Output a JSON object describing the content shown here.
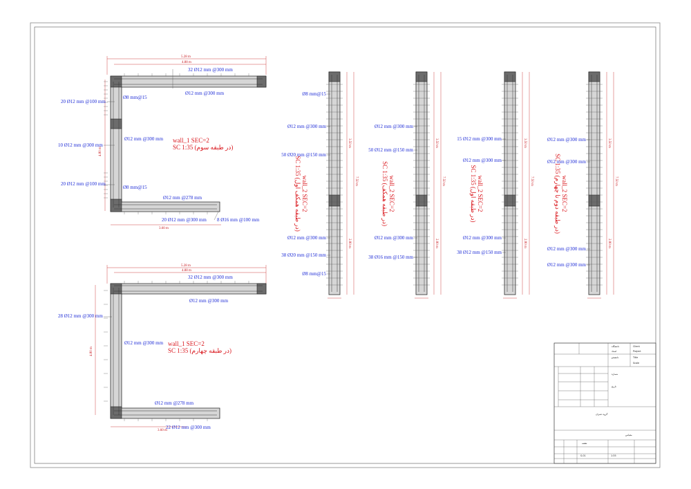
{
  "drawing": {
    "plan_a": {
      "dims": [
        "5.28 m",
        "4.88 m",
        "4.80 m",
        "3.60 m"
      ],
      "labels": [
        "32 Ø12 mm @300 mm",
        "Ø12 mm @300 mm",
        "20 Ø12 mm @100 mm",
        "Ø8 mm@15",
        "10 Ø12 mm @300 mm",
        "Ø12 mm @300 mm",
        "20 Ø12 mm @100 mm",
        "Ø8 mm@15",
        "Ø12 mm @278 mm",
        "20 Ø12 mm @300 mm",
        "8 Ø16 mm @100 mm"
      ],
      "title": "wall_1  SEC=2",
      "scale": "SC 1:35  (در طبقه سوم)"
    },
    "plan_b": {
      "dims": [
        "5.28 m",
        "4.88 m",
        "4.80 m",
        "3.60 m"
      ],
      "labels": [
        "32 Ø12 mm @300 mm",
        "Ø12 mm @300 mm",
        "28 Ø12 mm @300 mm",
        "Ø12 mm @300 mm",
        "Ø12 mm @278 mm",
        "22 Ø12 mm @300 mm"
      ],
      "title": "wall_1  SEC=2",
      "scale": "SC 1:35  (در طبقه چهارم)"
    },
    "sections": [
      {
        "title": "wall_2  SEC=2",
        "scale": "SC 1:35 (در طبقه همکف اول)",
        "dims": [
          "3.50 m",
          "7.50 m",
          "2.80 m"
        ],
        "labels": [
          "Ø8 mm@15",
          "Ø12 mm @300 mm",
          "50 Ø20 mm @150 mm",
          "Ø12 mm @300 mm",
          "38 Ø20 mm @150 mm",
          "Ø8 mm@15"
        ]
      },
      {
        "title": "wall_2  SEC=2",
        "scale": "SC 1:35 (در طبقه همکف)",
        "dims": [
          "3.50 m",
          "7.50 m",
          "2.80 m"
        ],
        "labels": [
          "Ø12 mm @300 mm",
          "50 Ø12 mm @150 mm",
          "Ø12 mm @300 mm",
          "38 Ø16 mm @150 mm"
        ]
      },
      {
        "title": "wall_2  SEC=2",
        "scale": "SC 1:35 (در طبقه اول)",
        "dims": [
          "3.50 m",
          "7.50 m",
          "2.80 m"
        ],
        "labels": [
          "15 Ø12 mm @300 mm",
          "Ø12 mm @300 mm",
          "Ø12 mm @300 mm",
          "38 Ø12 mm @150 mm"
        ]
      },
      {
        "title": "wall_2  SEC=2",
        "scale": "SC 1:35 (در طبقه دوم تا چهارم)",
        "dims": [
          "3.50 m",
          "7.50 m",
          "2.80 m"
        ],
        "labels": [
          "Ø12 mm @300 mm",
          "Ø12 mm @300 mm",
          "Ø12 mm @300 mm",
          "Ø12 mm @300 mm"
        ]
      }
    ]
  },
  "title_block": {
    "lines": [
      "Client",
      "Project",
      "Title",
      "Scale",
      "دانشگاه",
      "استاد",
      "دانشجو",
      "شماره",
      "تاریخ",
      "مقیاس",
      "نقشه",
      "گروه عمران",
      "S-01",
      "1:35"
    ]
  },
  "colors": {
    "annotation": "#1d2bd6",
    "title": "#d9151b",
    "dimension": "#c7151b",
    "concrete": "#d6d6d6"
  }
}
